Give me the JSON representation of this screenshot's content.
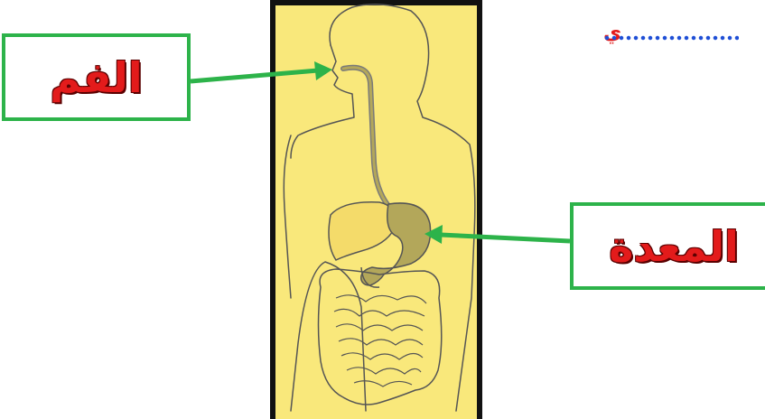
{
  "labels": {
    "mouth": "الفم",
    "stomach": "المعدة"
  },
  "header": {
    "text": "ي"
  },
  "colors": {
    "box_border": "#2db34a",
    "arrow": "#2db34a",
    "label_text": "#e31b1b",
    "panel_background": "#f9e87b",
    "organ_fill": "#b3a75a",
    "outline": "#555555",
    "dotted_line": "#1f4fd6"
  }
}
